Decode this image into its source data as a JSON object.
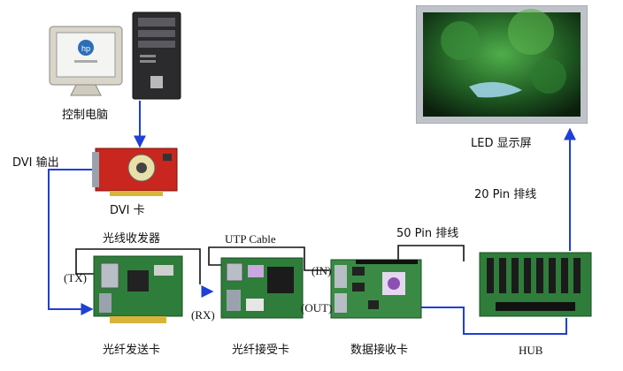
{
  "labels": {
    "control_pc": "控制电脑",
    "dvi_output": "DVI  输出",
    "dvi_card": "DVI  卡",
    "fiber_transceiver": "光线收发器",
    "utp_cable": "UTP Cable",
    "pin50_cable": "50 Pin  排线",
    "pin20_cable": "20 Pin  排线",
    "led_screen": "LED  显示屏",
    "tx_port": "(TX)",
    "rx_port": "(RX)",
    "in_port": "(IN)",
    "out_port": "(OUT)",
    "fiber_send_card": "光纤发送卡",
    "fiber_receive_card": "光纤接受卡",
    "data_receive_card": "数据接收卡",
    "hub": "HUB"
  },
  "colors": {
    "wire_blue": "#1f3fd6",
    "wire_black": "#111111",
    "pcb_green": "#2e7d3a",
    "card_red": "#c8261e",
    "monitor_beige": "#d9d5c8",
    "screen_frame": "#bfc3c9"
  },
  "icons": {
    "pc": "desktop-computer-icon",
    "gpu": "graphics-card-icon",
    "led": "led-screen-icon",
    "pcb": "circuit-board-icon"
  }
}
